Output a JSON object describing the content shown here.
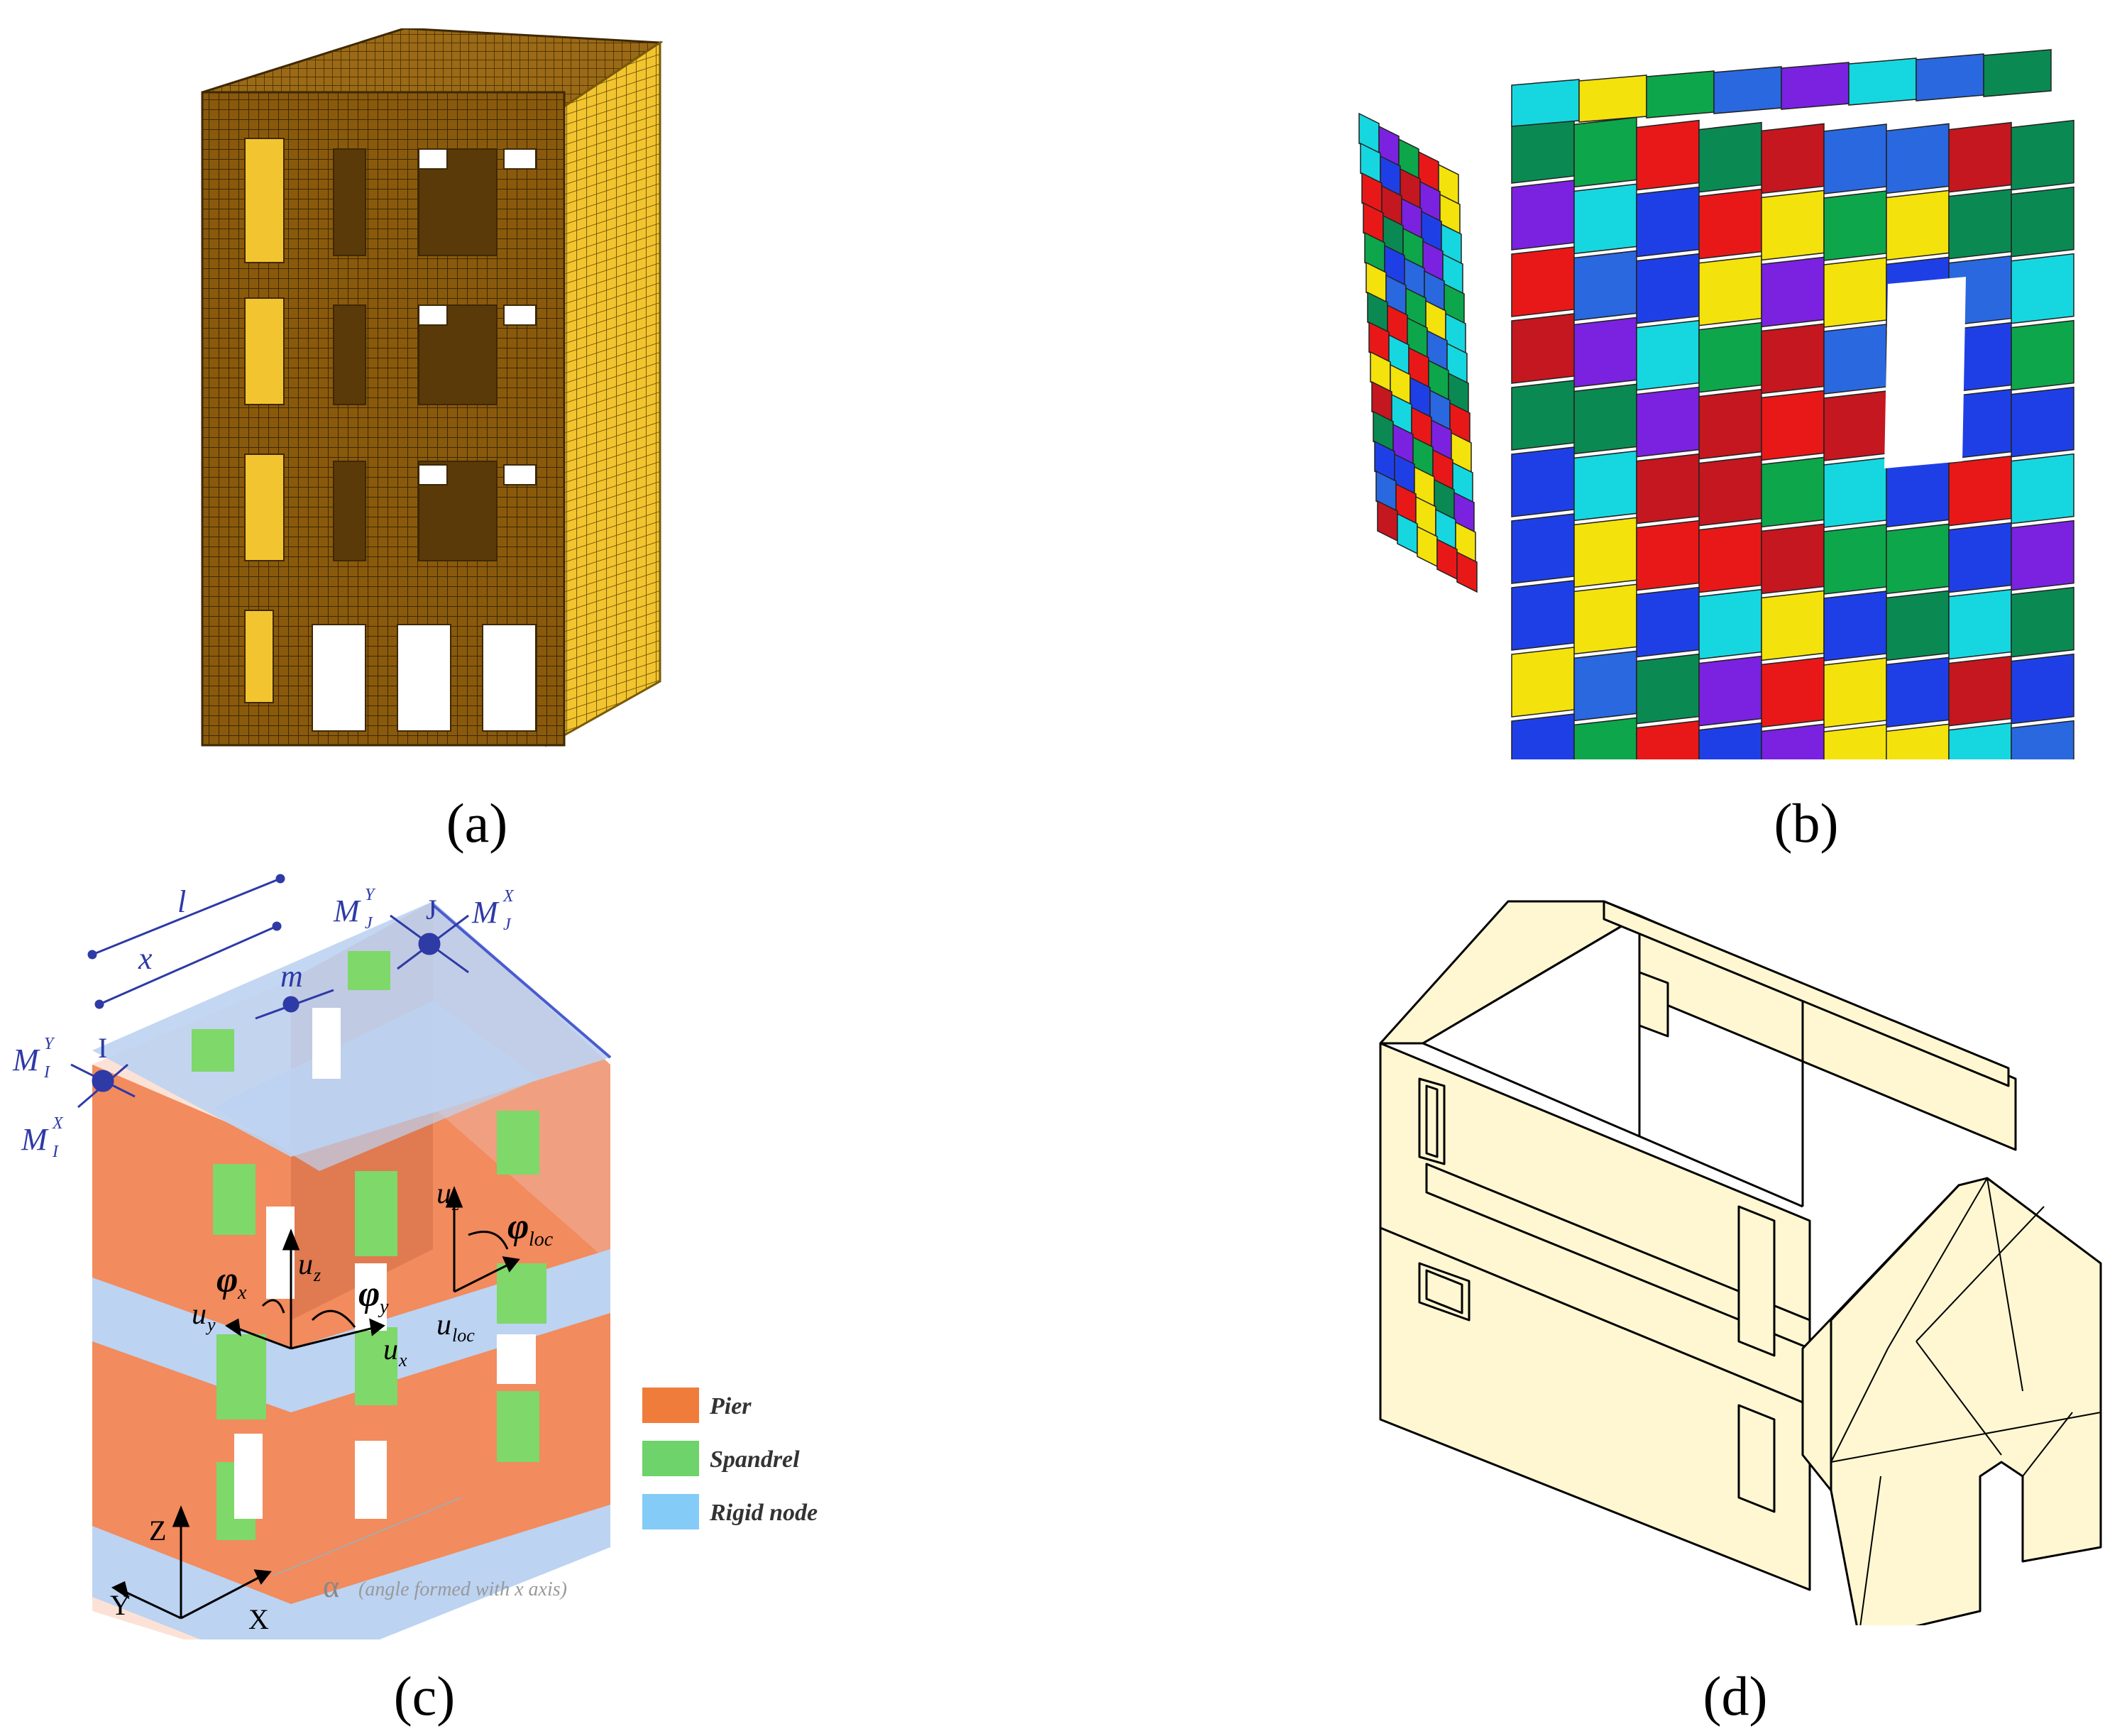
{
  "captions": {
    "a": "(a)",
    "b": "(b)",
    "c": "(c)",
    "d": "(d)"
  },
  "panel_c": {
    "dim_l": "l",
    "dim_x": "x",
    "dim_m": "m",
    "node_i": "I",
    "node_j": "J",
    "moment_iy": "M",
    "moment_iy_sup": "Y",
    "moment_iy_sub": "I",
    "moment_ix": "M",
    "moment_ix_sup": "X",
    "moment_ix_sub": "I",
    "moment_jy": "M",
    "moment_jy_sup": "Y",
    "moment_jy_sub": "J",
    "moment_jx": "M",
    "moment_jx_sup": "X",
    "moment_jx_sub": "J",
    "uz_a": "u",
    "uz_a_sub": "z",
    "uz_b": "u",
    "uz_b_sub": "z",
    "phi_x": "φ",
    "phi_x_sub": "x",
    "phi_y": "φ",
    "phi_y_sub": "y",
    "phi_loc": "φ",
    "phi_loc_sub": "loc",
    "uy": "u",
    "uy_sub": "y",
    "ux": "u",
    "ux_sub": "x",
    "uloc": "u",
    "uloc_sub": "loc",
    "axis_z": "Z",
    "axis_y": "Y",
    "axis_x": "X",
    "alpha": "α",
    "alpha_note": "(angle formed with x axis)",
    "legend": [
      {
        "label": "Pier",
        "color": "#f07c3c"
      },
      {
        "label": "Spandrel",
        "color": "#6dd36a"
      },
      {
        "label": "Rigid node",
        "color": "#84cbf7"
      }
    ]
  },
  "colors": {
    "mesh_brown": "#8a5a0c",
    "mesh_yellow": "#f2c530",
    "pier_orange": "#f28b5d",
    "spandrel_green": "#7ed86a",
    "rigid_blue": "#bcd3f2",
    "annot_blue": "#2e3aa6",
    "cream": "#fef7d2"
  }
}
